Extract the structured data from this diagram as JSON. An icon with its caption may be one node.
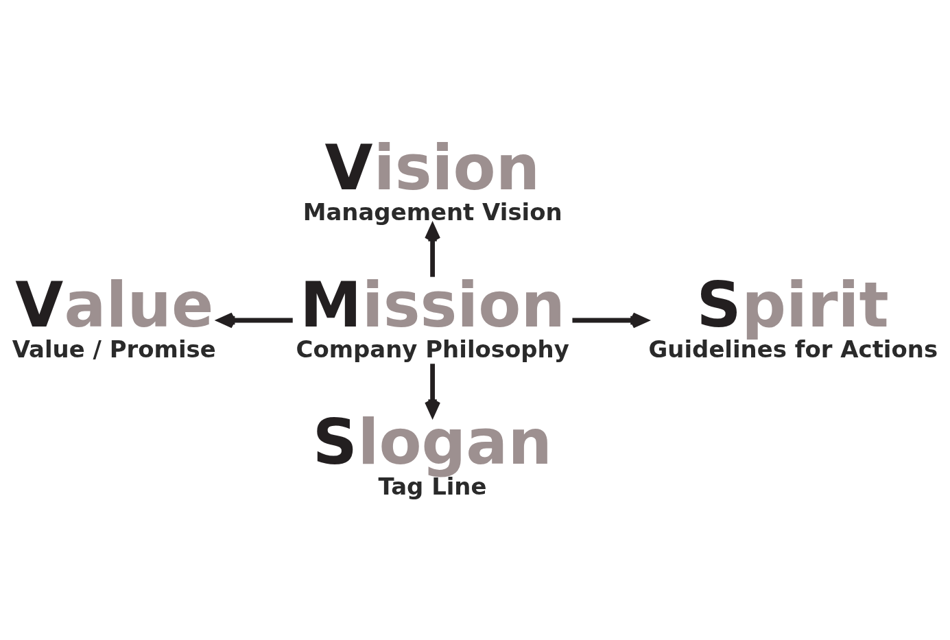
{
  "diagram": {
    "nodes": [
      {
        "text": [
          "Vision",
          "Management Vision"
        ]
      },
      {
        "text": [
          "Value",
          "Value / Promise"
        ]
      },
      {
        "text": [
          "Mission",
          "Company Philosophy"
        ]
      },
      {
        "text": [
          "Spirit",
          "Guidelines for Actions"
        ]
      },
      {
        "text": [
          "Slogan",
          "Tag Line"
        ]
      }
    ],
    "edges": [
      {
        "from": 2,
        "to": 0,
        "arrow": "to"
      },
      {
        "from": 2,
        "to": 1,
        "arrow": "to"
      },
      {
        "from": 2,
        "to": 3,
        "arrow": "to"
      },
      {
        "from": 2,
        "to": 4,
        "arrow": "to"
      }
    ]
  }
}
